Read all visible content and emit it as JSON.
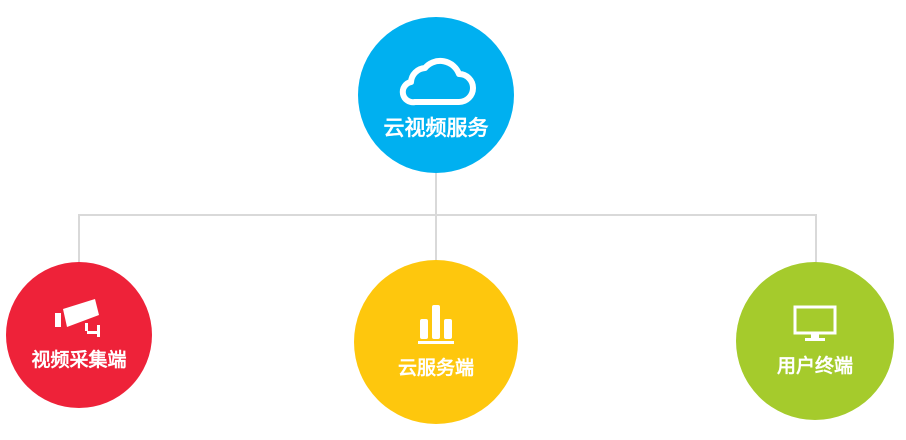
{
  "root": {
    "label": "云视频服务",
    "color": "#00b0f0",
    "icon": "cloud-icon"
  },
  "children": [
    {
      "label": "视频采集端",
      "color": "#ee2239",
      "icon": "security-camera-icon"
    },
    {
      "label": "云服务端",
      "color": "#fec70d",
      "icon": "bar-chart-icon"
    },
    {
      "label": "用户终端",
      "color": "#a5cb2c",
      "icon": "monitor-icon"
    }
  ]
}
